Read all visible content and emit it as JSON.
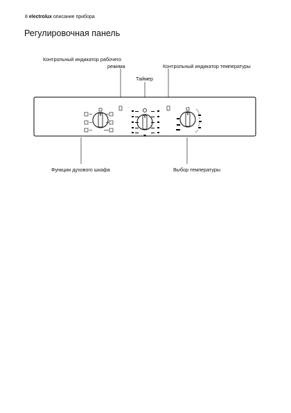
{
  "header": {
    "page_number": "8",
    "brand": "electrolux",
    "section": "описание прибора"
  },
  "title": "Регулировочная панель",
  "callouts": {
    "mode_indicator_line1": "Контрольный индикатор рабочего",
    "mode_indicator_line2": "режима",
    "timer": "Таймер",
    "temp_indicator": "Контрольный индикатор температуры",
    "oven_functions": "Функции духового шкафа",
    "temp_selection": "Выбор температуры"
  }
}
